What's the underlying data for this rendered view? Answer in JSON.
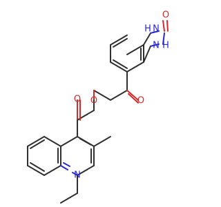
{
  "molecule": {
    "labels": {
      "oxo_top": "O",
      "nh_top": "N",
      "h_top": "H",
      "nh_bottom": "N",
      "h_bottom": "H",
      "ketone_o": "O",
      "ester_o_single": "O",
      "ester_o_double": "O",
      "quinoline_n": "N"
    },
    "colors": {
      "bond": "#2f2f2f",
      "oxygen": "#d42a2a",
      "nitrogen": "#2828d2",
      "background": "#ffffff"
    }
  }
}
